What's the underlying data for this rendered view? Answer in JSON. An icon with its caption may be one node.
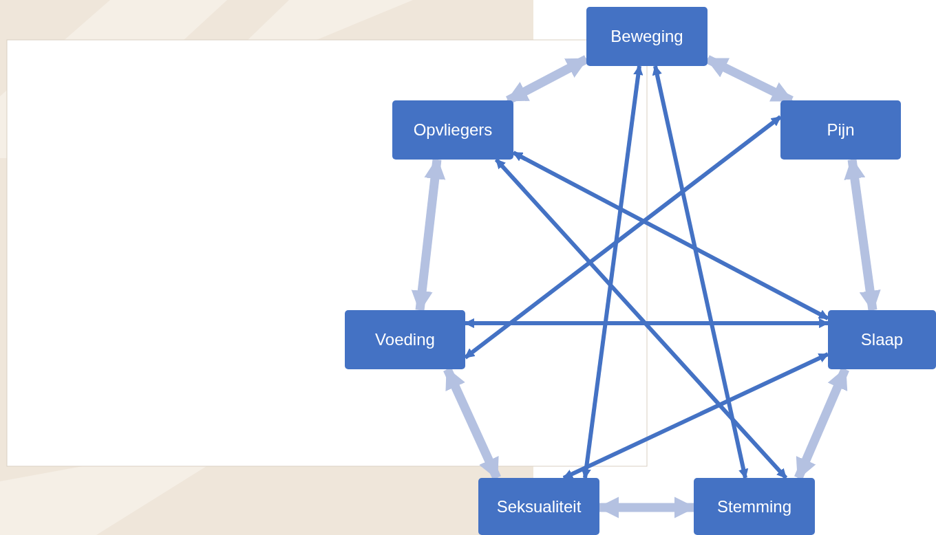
{
  "diagram": {
    "nodes": [
      {
        "text": [
          "Beweging"
        ]
      },
      {
        "text": [
          "Pijn"
        ]
      },
      {
        "text": [
          "Slaap"
        ]
      },
      {
        "text": [
          "Stemming"
        ]
      },
      {
        "text": [
          "Seksualiteit"
        ]
      },
      {
        "text": [
          "Voeding"
        ]
      },
      {
        "text": [
          "Opvliegers"
        ]
      }
    ],
    "edges": [
      {
        "from": 6,
        "to": 0,
        "arrow": "both",
        "style": "thick",
        "color": "#b4c1e1"
      },
      {
        "from": 0,
        "to": 1,
        "arrow": "both",
        "style": "thick",
        "color": "#b4c1e1"
      },
      {
        "from": 1,
        "to": 2,
        "arrow": "both",
        "style": "thick",
        "color": "#b4c1e1"
      },
      {
        "from": 2,
        "to": 3,
        "arrow": "both",
        "style": "thick",
        "color": "#b4c1e1"
      },
      {
        "from": 3,
        "to": 4,
        "arrow": "both",
        "style": "thick",
        "color": "#b4c1e1"
      },
      {
        "from": 4,
        "to": 5,
        "arrow": "both",
        "style": "thick",
        "color": "#b4c1e1"
      },
      {
        "from": 5,
        "to": 6,
        "arrow": "both",
        "style": "thick",
        "color": "#b4c1e1"
      },
      {
        "from": 0,
        "to": 4,
        "arrow": "both",
        "color": "#4472c4"
      },
      {
        "from": 0,
        "to": 3,
        "arrow": "both",
        "color": "#4472c4"
      },
      {
        "from": 1,
        "to": 5,
        "arrow": "both",
        "color": "#4472c4"
      },
      {
        "from": 6,
        "to": 2,
        "arrow": "both",
        "color": "#4472c4"
      },
      {
        "from": 6,
        "to": 3,
        "arrow": "both",
        "color": "#4472c4"
      },
      {
        "from": 5,
        "to": 2,
        "arrow": "both",
        "color": "#4472c4"
      },
      {
        "from": 2,
        "to": 4,
        "arrow": "both",
        "color": "#4472c4"
      }
    ]
  }
}
